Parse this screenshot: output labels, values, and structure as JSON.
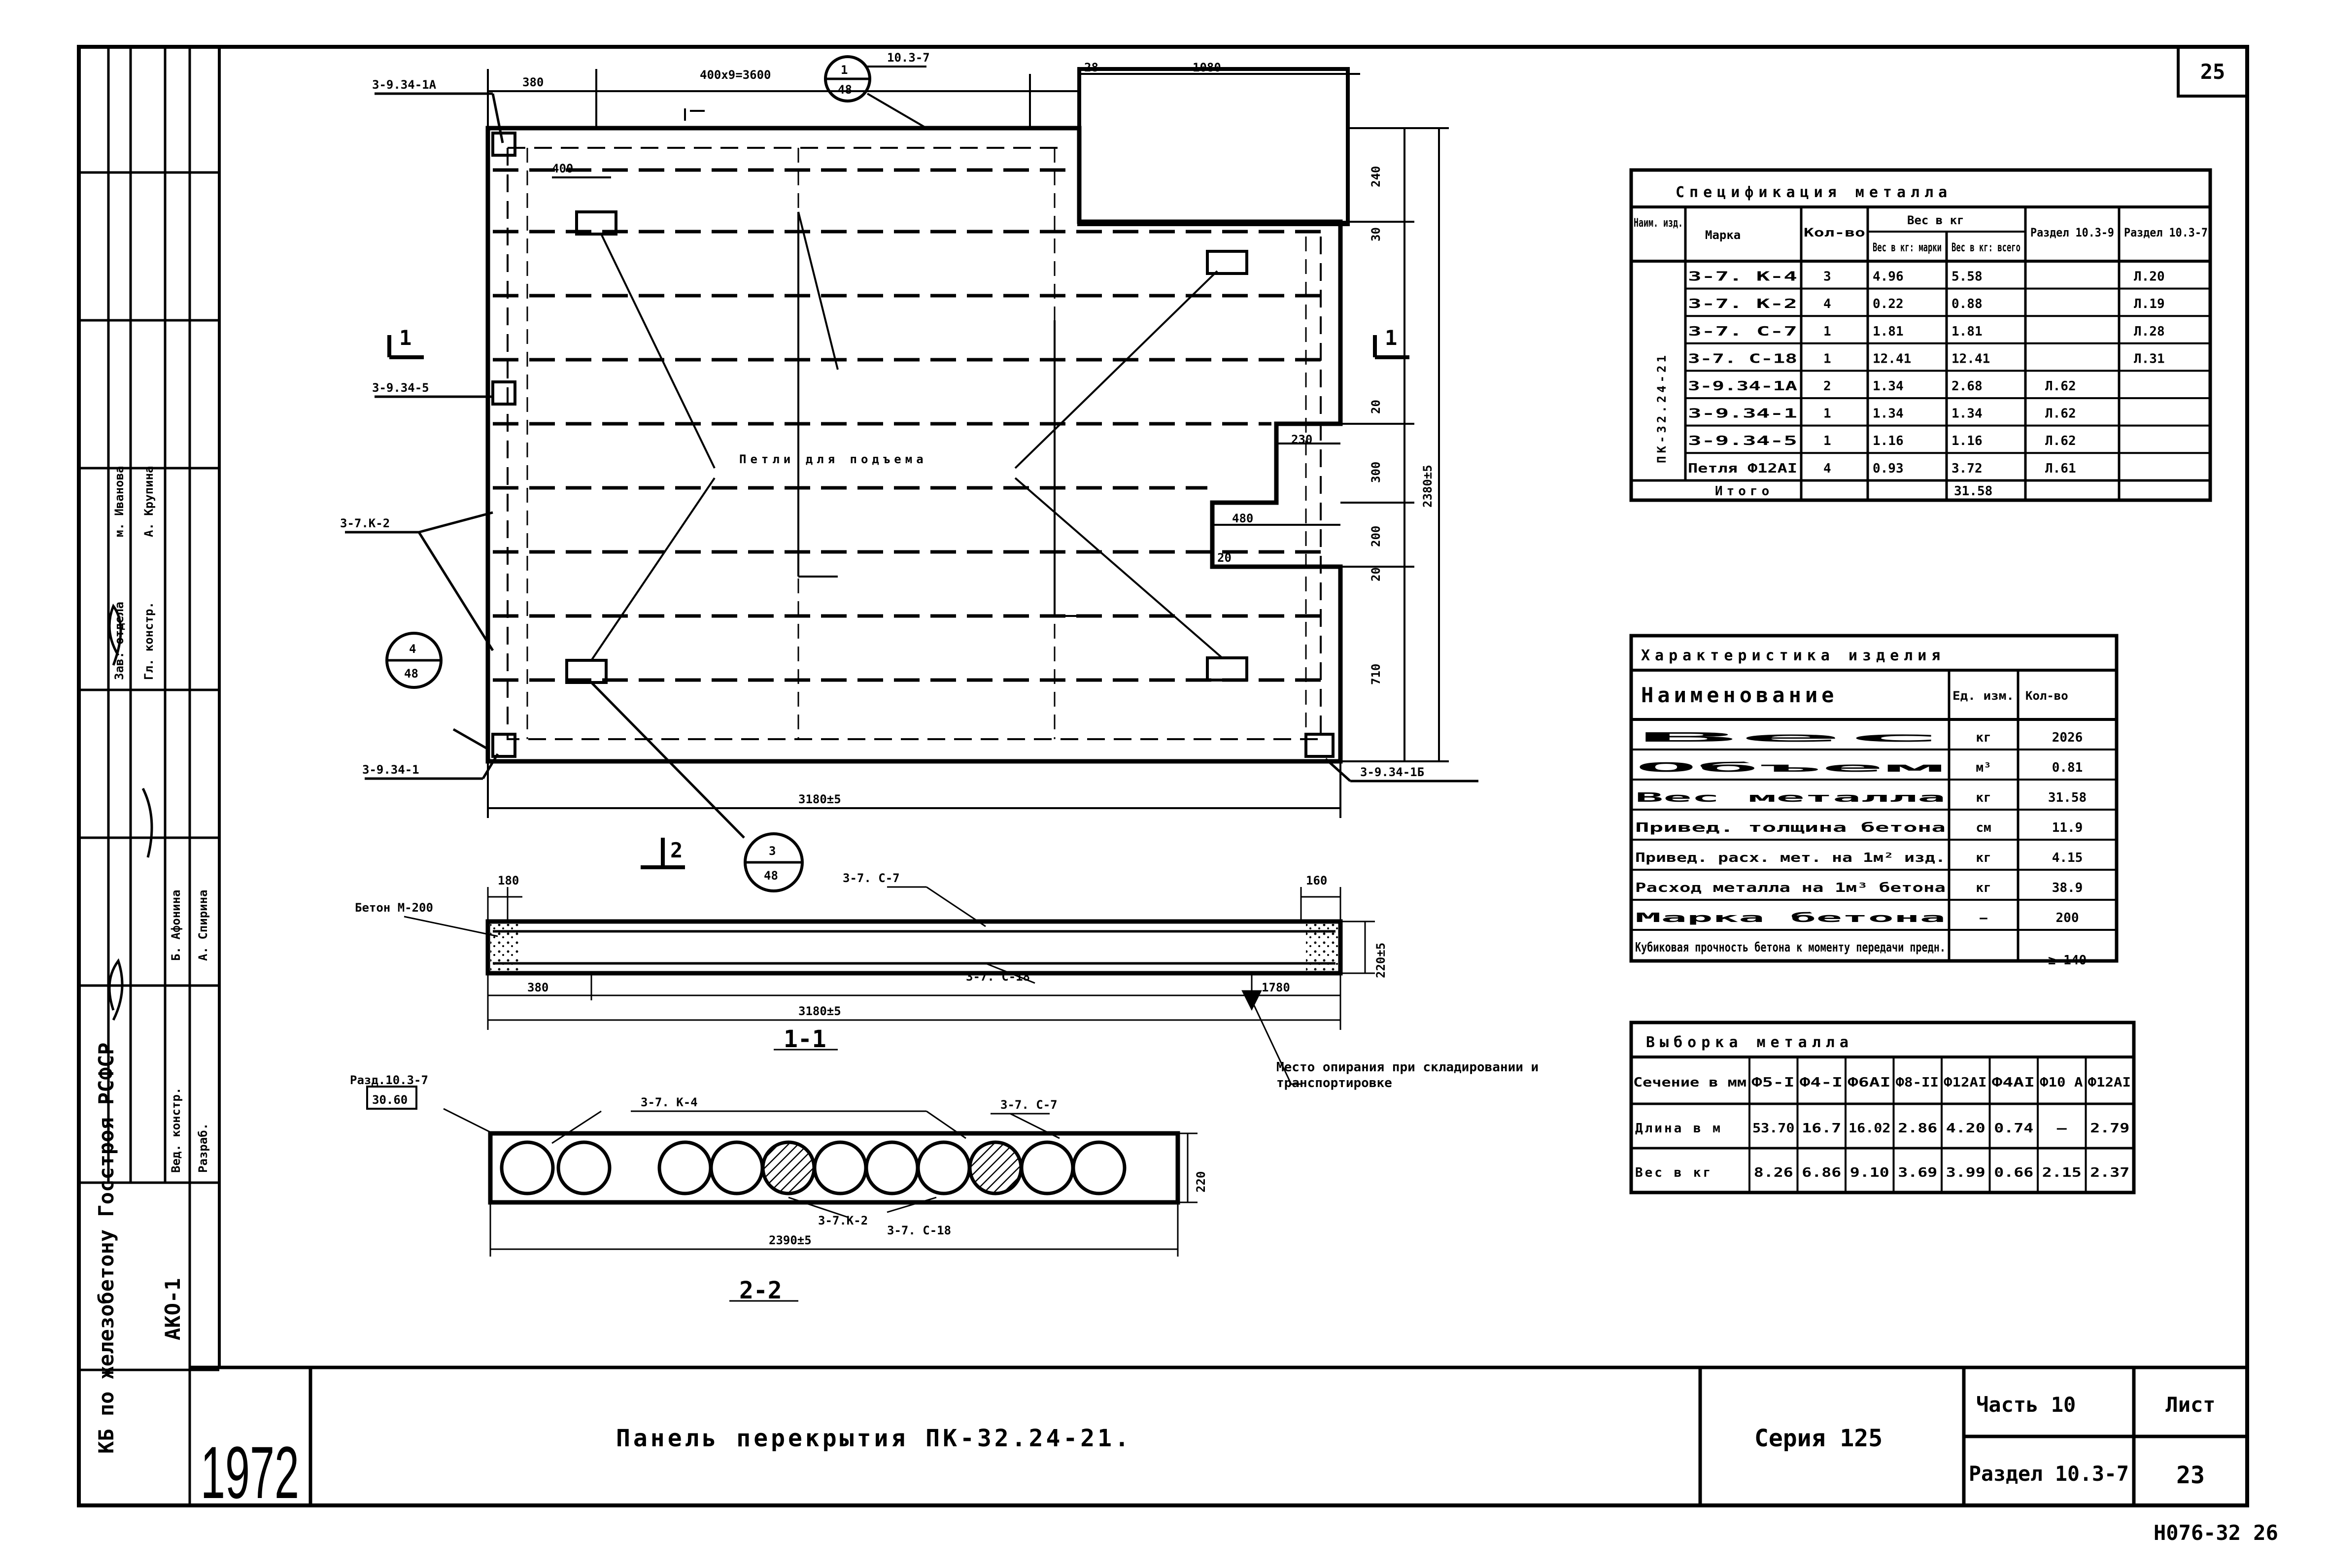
{
  "sheet_corner_number": "25",
  "title_block": {
    "year": "1972",
    "title": "Панель перекрытия ПК-32.24-21.",
    "series": "Серия 125",
    "part": "Часть 10",
    "section": "Раздел 10.3-7",
    "sheet_label": "Лист",
    "sheet_number": "23",
    "archive_no": "Н076-32 26",
    "org_name": "КБ по железобетону Госстроя РСФСР",
    "org_code": "АКО-1",
    "signatures": [
      {
        "role": "Зав. отдела",
        "name": "м. Иванова"
      },
      {
        "role": "Гл. констр.",
        "name": "А. Крупина"
      },
      {
        "role": "Вед. констр.",
        "name": "Б. Афонина"
      },
      {
        "role": "Разраб.",
        "name": "А. Спирина"
      }
    ]
  },
  "plan_view": {
    "leader_labels": {
      "top_left": "3-9.34-1А",
      "left_mid": "3-9.34-5",
      "left_lower": "3-7.К-2",
      "bottom_left": "3-9.34-1",
      "bottom_right": "3-9.34-1Б",
      "top_ref": "10.3-7",
      "lifting_note": "Петли для подъема"
    },
    "dimensions": {
      "d380": "380",
      "d400x9": "400х9=3600",
      "d28": "28",
      "d1080": "1080",
      "d400": "400",
      "d240": "240",
      "d30": "30",
      "d20a": "20",
      "d230": "230",
      "d300": "300",
      "d480": "480",
      "d20b": "20",
      "d200": "200",
      "d20c": "20",
      "d710": "710",
      "total_height": "2380±5",
      "total_length": "3180±5",
      "section_1": "1",
      "section_2": "2",
      "node_top": "1",
      "node_top_ref": "48",
      "node_left": "4",
      "node_left_ref": "48",
      "node_bottom": "3",
      "node_bottom_ref": "48"
    }
  },
  "section_1_1": {
    "title": "1-1",
    "concrete": "Бетон М-200",
    "labels": {
      "top_bar": "3-7. С-7",
      "bottom_bar": "3-7. С-18",
      "d180": "180",
      "d160": "160",
      "d380": "380",
      "d1780": "1780",
      "d220": "220±5",
      "length": "3180±5"
    },
    "support_note": "Место опирания при складировании и транспортировке"
  },
  "section_2_2": {
    "title": "2-2",
    "ref": "Разд.10.3-7",
    "ref_sheet": "30.60",
    "labels": {
      "k4": "3-7. К-4",
      "c7": "3-7. С-7",
      "k2": "3-7.К-2",
      "c18": "3-7. С-18",
      "height": "220",
      "width": "2390±5"
    }
  },
  "spec_table": {
    "title": "Спецификация металла",
    "headers": [
      "Наим. изд.",
      "Марка",
      "Кол-во",
      "Вес в кг: марки",
      "Вес в кг: всего",
      "Раздел 10.3-9",
      "Раздел 10.3-7"
    ],
    "weight_group": "Вес в кг",
    "item_name": "ПК-32.24-21",
    "rows": [
      [
        "3-7. К-4",
        "3",
        "4.96",
        "5.58",
        "",
        "Л.20"
      ],
      [
        "3-7. К-2",
        "4",
        "0.22",
        "0.88",
        "",
        "Л.19"
      ],
      [
        "3-7. С-7",
        "1",
        "1.81",
        "1.81",
        "",
        "Л.28"
      ],
      [
        "3-7. С-18",
        "1",
        "12.41",
        "12.41",
        "",
        "Л.31"
      ],
      [
        "3-9.34-1А",
        "2",
        "1.34",
        "2.68",
        "Л.62",
        ""
      ],
      [
        "3-9.34-1",
        "1",
        "1.34",
        "1.34",
        "Л.62",
        ""
      ],
      [
        "3-9.34-5",
        "1",
        "1.16",
        "1.16",
        "Л.62",
        ""
      ],
      [
        "Петля Ф12АI",
        "4",
        "0.93",
        "3.72",
        "Л.61",
        ""
      ]
    ],
    "total_label": "Итого",
    "total_value": "31.58"
  },
  "char_table": {
    "title": "Характеристика изделия",
    "headers": [
      "Наименование",
      "Ед. изм.",
      "Кол-во"
    ],
    "rows": [
      [
        "Вес",
        "кг",
        "2026"
      ],
      [
        "Объем",
        "м³",
        "0.81"
      ],
      [
        "Вес металла",
        "кг",
        "31.58"
      ],
      [
        "Привед. толщина бетона",
        "см",
        "11.9"
      ],
      [
        "Привед. расх. мет. на 1м² изд.",
        "кг",
        "4.15"
      ],
      [
        "Расход металла на 1м³ бетона",
        "кг",
        "38.9"
      ],
      [
        "Марка бетона",
        "—",
        "200"
      ],
      [
        "Кубиковая прочность бетона к моменту передачи предн.",
        "—",
        "≥ 140"
      ]
    ]
  },
  "sample_table": {
    "title": "Выборка металла",
    "col_headers": [
      "Сечение в мм",
      "Ф5-I",
      "Ф4-I",
      "Ф6АI",
      "Ф8-II",
      "Ф12АI",
      "Ф4АI",
      "Ф10 А",
      "Ф12АI"
    ],
    "rows": [
      {
        "label": "Длина в м",
        "values": [
          "53.70",
          "16.7",
          "16.02",
          "2.86",
          "4.20",
          "0.74",
          "—",
          "2.79"
        ]
      },
      {
        "label": "Вес в кг",
        "values": [
          "8.26",
          "6.86",
          "9.10",
          "3.69",
          "3.99",
          "0.66",
          "2.15",
          "2.37"
        ]
      }
    ]
  }
}
